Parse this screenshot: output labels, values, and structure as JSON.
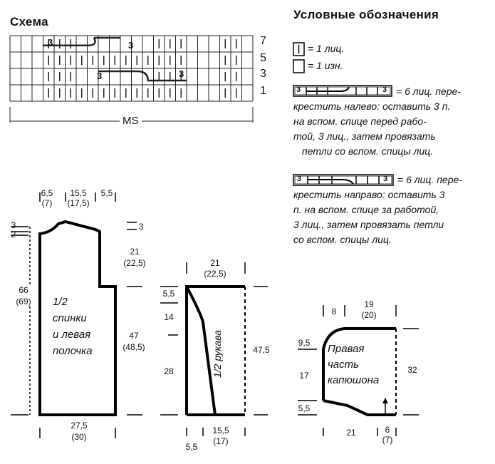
{
  "scheme": {
    "title": "Схема",
    "row_numbers": [
      "7",
      "5",
      "3",
      "1"
    ],
    "cross_label": "3",
    "repeat_label": "MS"
  },
  "legend": {
    "title": "Условные обозначения",
    "knit": "= 1 лиц.",
    "purl": "= 1 изн.",
    "cross_left": [
      "= 6 лиц. пере-",
      "крестить налево: оставить 3 п.",
      "на вспом. спице перед рабо-",
      "той, 3 лиц., затем провязать",
      "петли со вспом. спицы лиц."
    ],
    "cross_right": [
      "= 6 лиц. пере-",
      "крестить направо: оставить 3",
      "п. на вспом. спице за работой,",
      "3 лиц., затем провязать петли",
      "со вспом. спицы лиц."
    ],
    "symbol_number": "3"
  },
  "back": {
    "label": [
      "1/2",
      "спинки",
      "и левая",
      "полочка"
    ],
    "dims": {
      "top_a": "6,5",
      "top_a2": "(7)",
      "top_b": "15,5",
      "top_b2": "(17,5)",
      "top_c": "5,5",
      "left_3": "3",
      "left_2": "2",
      "right_3": "3",
      "armhole": "21",
      "armhole2": "(22,5)",
      "height": "66",
      "height2": "(69)",
      "side": "47",
      "side2": "(48,5)",
      "width": "27,5",
      "width2": "(30)"
    }
  },
  "sleeve": {
    "label": "1/2 рукава",
    "dims": {
      "top": "21",
      "top2": "(22,5)",
      "cap": "5,5",
      "mid": "14",
      "lower": "28",
      "length": "47,5",
      "bottom_left": "5,5",
      "bottom": "15,5",
      "bottom2": "(17)"
    }
  },
  "hood": {
    "label": [
      "Правая",
      "часть",
      "капюшона"
    ],
    "dims": {
      "top_a": "8",
      "top_b": "19",
      "top_b2": "(20)",
      "left_a": "9,5",
      "left_b": "17",
      "left_c": "5,5",
      "height": "32",
      "bottom_a": "21",
      "bottom_b": "6",
      "bottom_b2": "(7)"
    }
  }
}
